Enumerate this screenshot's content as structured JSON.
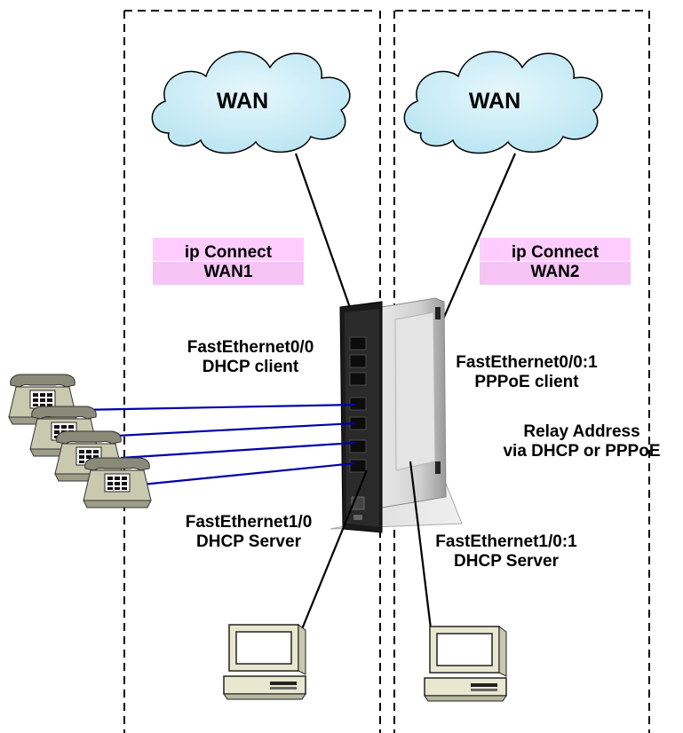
{
  "left_zone": {
    "cloud_label": "WAN",
    "connect_label": [
      "ip Connect",
      "WAN1"
    ],
    "wan_interface": [
      "FastEthernet0/0",
      "DHCP client"
    ],
    "lan_interface": [
      "FastEthernet1/0",
      "DHCP Server"
    ]
  },
  "right_zone": {
    "cloud_label": "WAN",
    "connect_label": [
      "ip Connect",
      "WAN2"
    ],
    "wan_interface": [
      "FastEthernet0/0:1",
      "PPPoE client"
    ],
    "lan_interface": [
      "FastEthernet1/0:1",
      "DHCP Server"
    ],
    "relay_note": [
      "Relay Address",
      "via DHCP or PPPoE"
    ]
  },
  "colors": {
    "cloud_fill": "#c5ecf7",
    "connect_box_fill": "#ffccff",
    "phone_link": "#0000aa",
    "zone_border": "#000000"
  },
  "icons": {
    "phones": "ip-phone-icon",
    "pcs": "desktop-computer-icon",
    "router": "router-device-icon",
    "clouds": "wan-cloud-icon"
  }
}
